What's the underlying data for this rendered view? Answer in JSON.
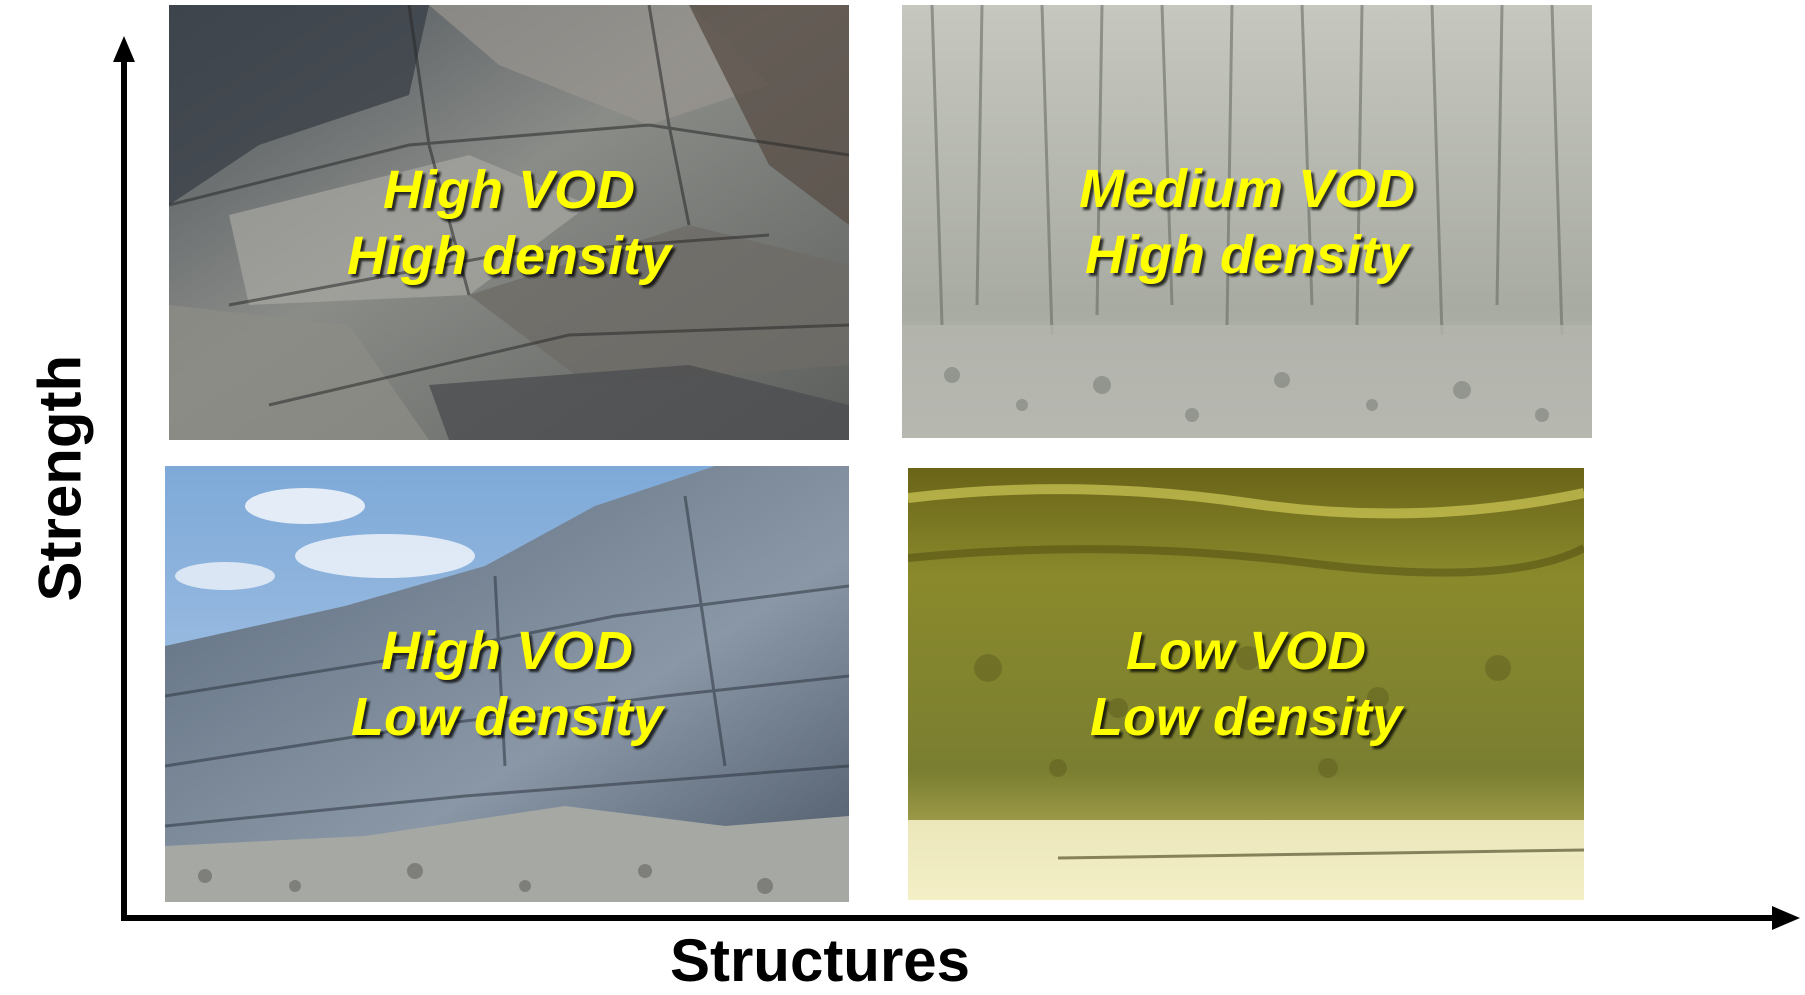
{
  "axes": {
    "y_label": "Strength",
    "x_label": "Structures"
  },
  "panels": [
    {
      "id": "top-left",
      "line1": "High VOD",
      "line2": "High density",
      "photo": "grey blocky jointed rock face"
    },
    {
      "id": "top-right",
      "line1": "Medium VOD",
      "line2": "High density",
      "photo": "pale grey columnar quarry face"
    },
    {
      "id": "bottom-left",
      "line1": "High VOD",
      "line2": "Low density",
      "photo": "blue-grey layered cliff under sky"
    },
    {
      "id": "bottom-right",
      "line1": "Low VOD",
      "line2": "Low density",
      "photo": "yellow-green weathered soft rock face"
    }
  ],
  "colors": {
    "label_text": "#ffff00",
    "axis": "#000000"
  }
}
